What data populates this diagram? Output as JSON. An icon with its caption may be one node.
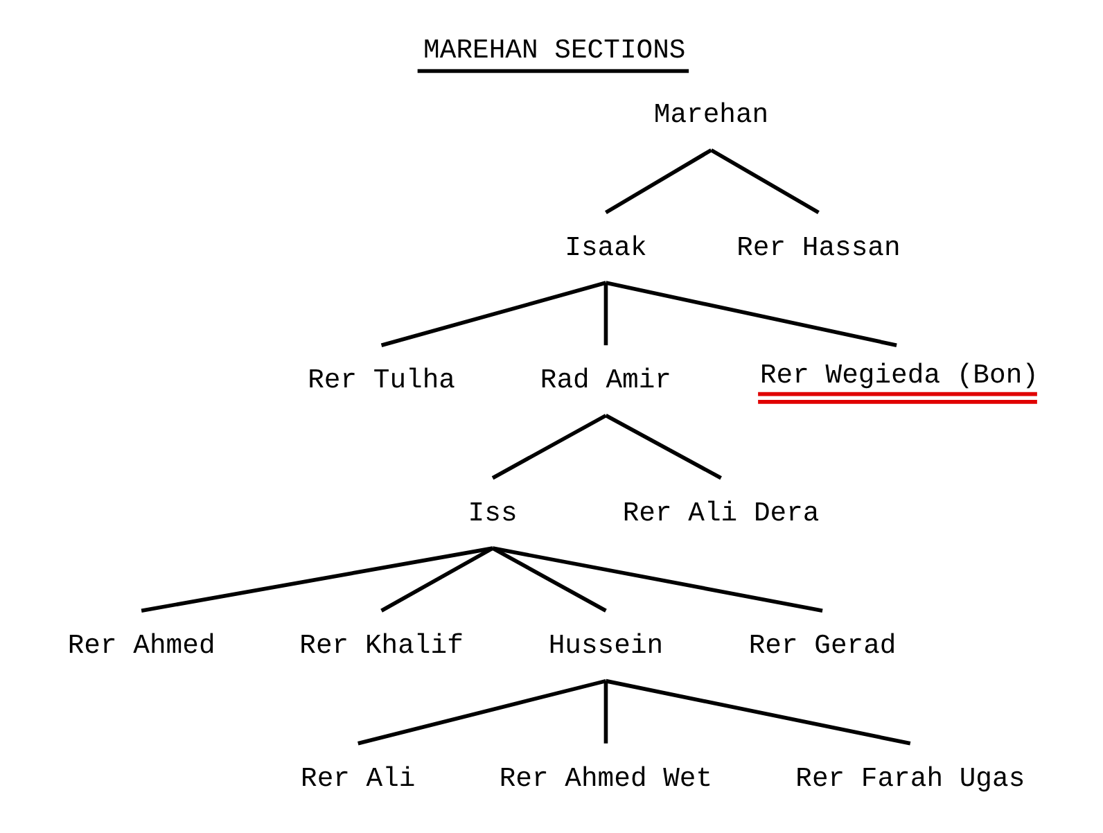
{
  "diagram": {
    "title": "MAREHAN SECTIONS",
    "nodes": [
      {
        "text": [
          "Marehan"
        ]
      },
      {
        "text": [
          "Isaak"
        ]
      },
      {
        "text": [
          "Rer Hassan"
        ]
      },
      {
        "text": [
          "Rer Tulha"
        ]
      },
      {
        "text": [
          "Rad Amir"
        ]
      },
      {
        "text": [
          "Rer Wegieda (Bon)"
        ]
      },
      {
        "text": [
          "Iss"
        ]
      },
      {
        "text": [
          "Rer Ali Dera"
        ]
      },
      {
        "text": [
          "Rer Ahmed"
        ]
      },
      {
        "text": [
          "Rer Khalif"
        ]
      },
      {
        "text": [
          "Hussein"
        ]
      },
      {
        "text": [
          "Rer Gerad"
        ]
      },
      {
        "text": [
          "Rer Ali"
        ]
      },
      {
        "text": [
          "Rer Ahmed Wet"
        ]
      },
      {
        "text": [
          "Rer Farah Ugas"
        ]
      }
    ],
    "edges": [
      {
        "from": 0,
        "to": 1,
        "arrow": "none"
      },
      {
        "from": 0,
        "to": 2,
        "arrow": "none"
      },
      {
        "from": 1,
        "to": 3,
        "arrow": "none"
      },
      {
        "from": 1,
        "to": 4,
        "arrow": "none"
      },
      {
        "from": 1,
        "to": 5,
        "arrow": "none"
      },
      {
        "from": 4,
        "to": 6,
        "arrow": "none"
      },
      {
        "from": 4,
        "to": 7,
        "arrow": "none"
      },
      {
        "from": 6,
        "to": 8,
        "arrow": "none"
      },
      {
        "from": 6,
        "to": 9,
        "arrow": "none"
      },
      {
        "from": 6,
        "to": 10,
        "arrow": "none"
      },
      {
        "from": 6,
        "to": 11,
        "arrow": "none"
      },
      {
        "from": 10,
        "to": 12,
        "arrow": "none"
      },
      {
        "from": 10,
        "to": 13,
        "arrow": "none"
      },
      {
        "from": 10,
        "to": 14,
        "arrow": "none"
      }
    ]
  }
}
